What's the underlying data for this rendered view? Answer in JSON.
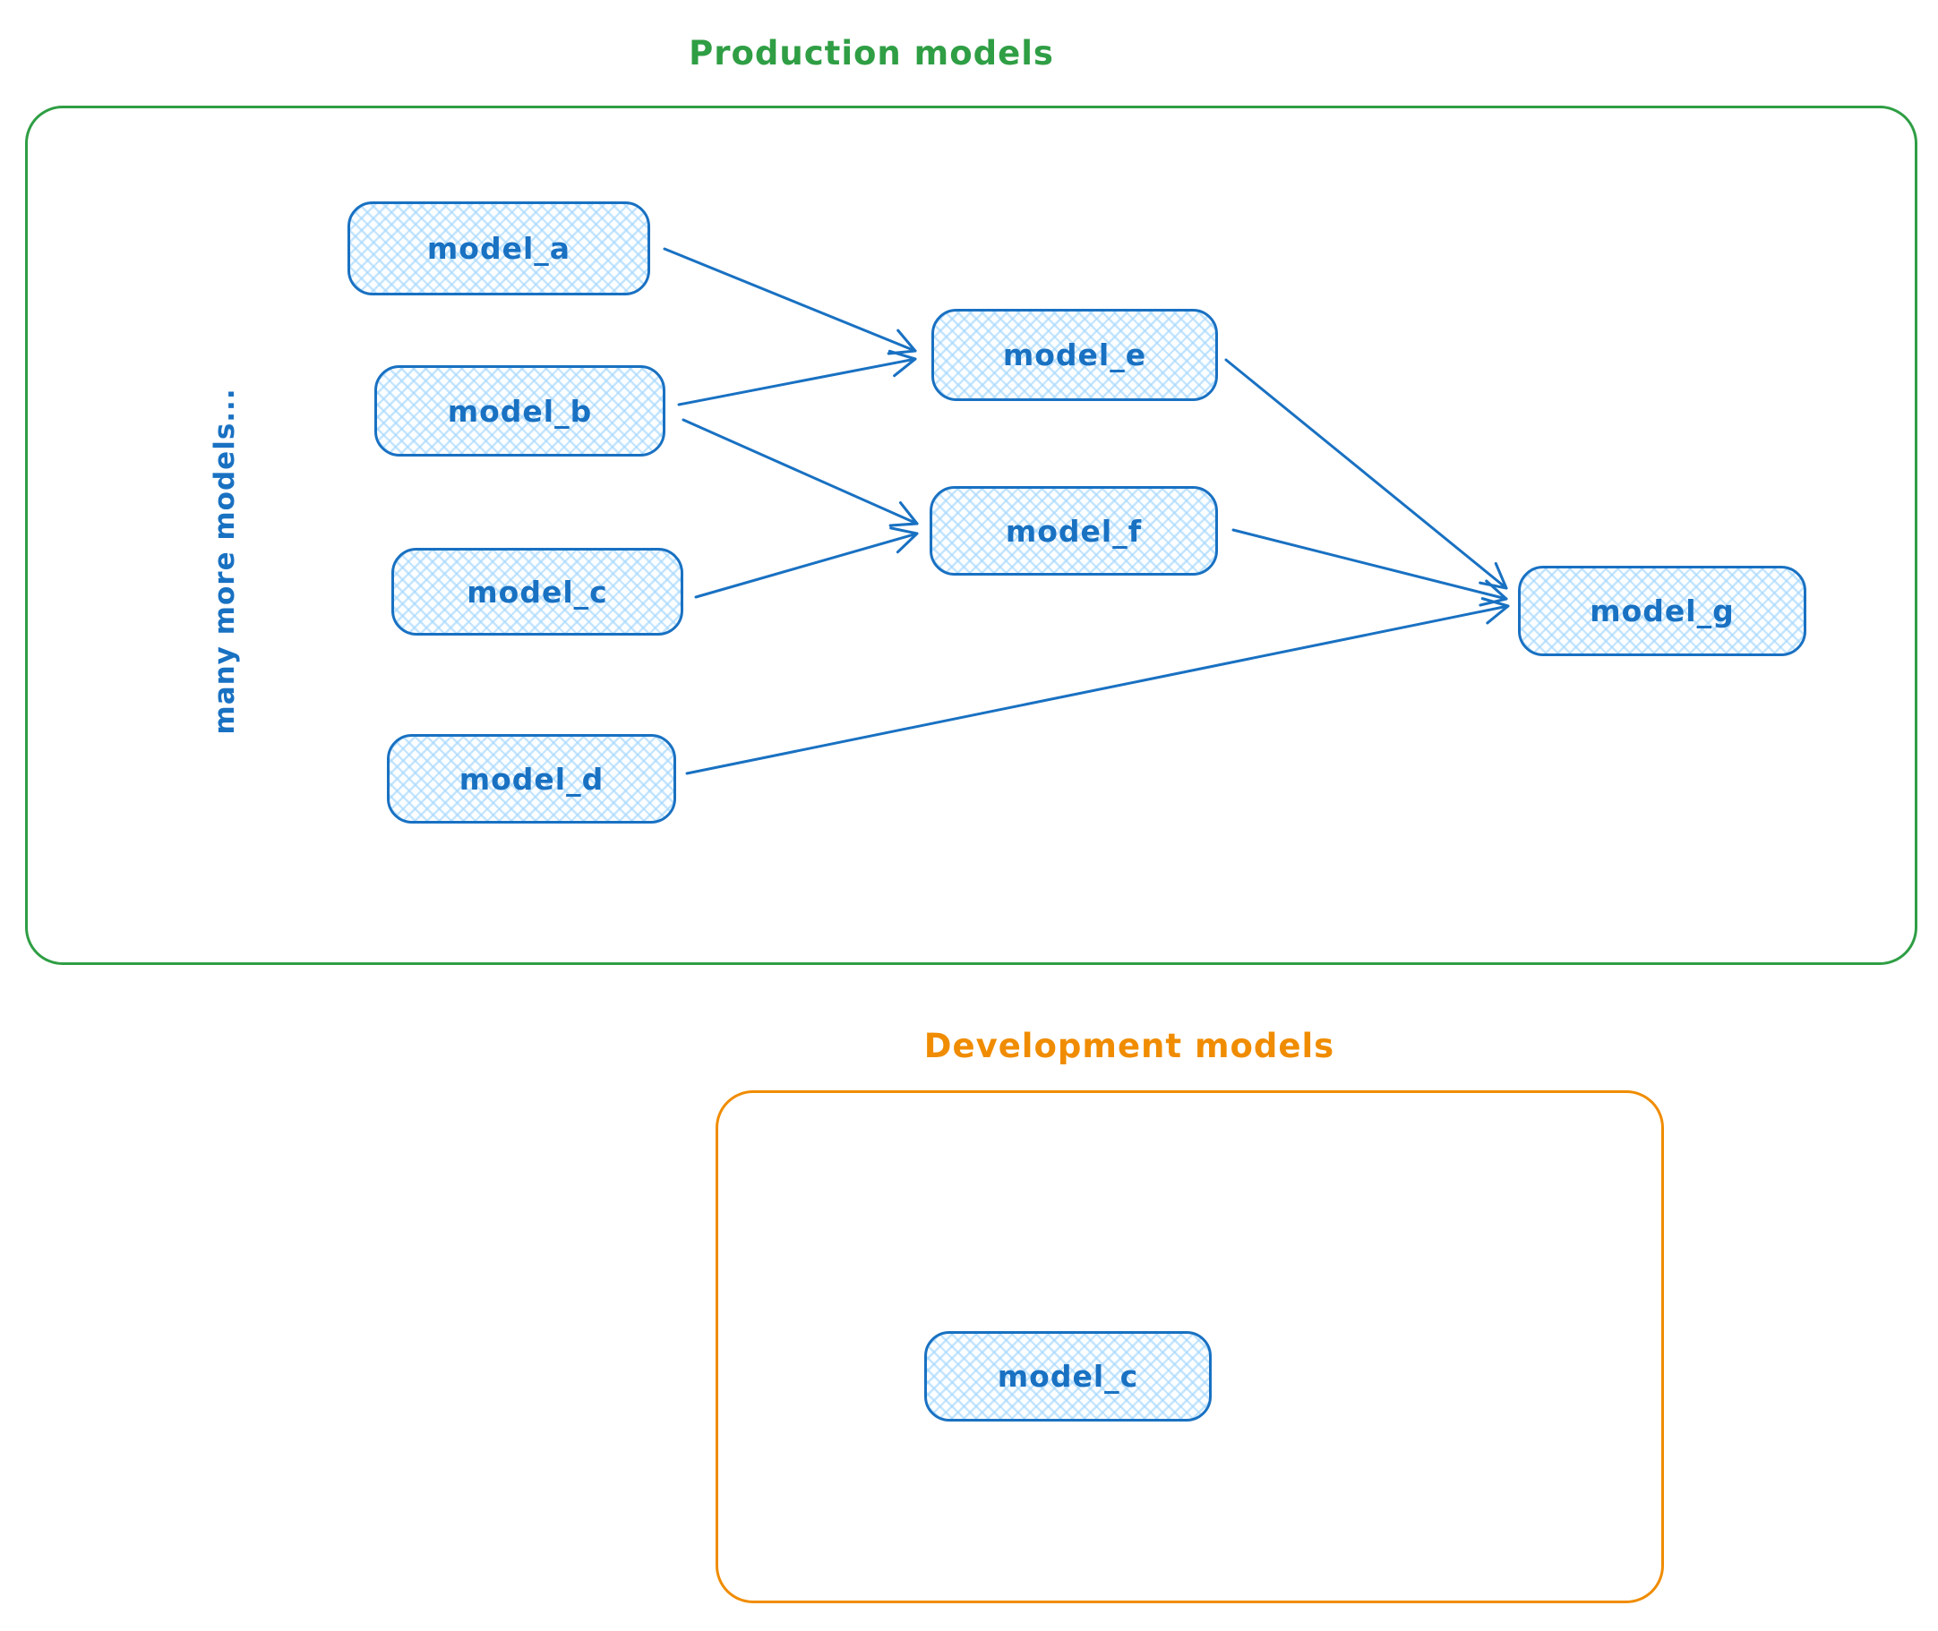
{
  "production": {
    "title": "Production models",
    "accent_color": "#2f9e44",
    "side_label": "many more models...",
    "nodes": [
      {
        "id": "model_a",
        "label": "model_a"
      },
      {
        "id": "model_b",
        "label": "model_b"
      },
      {
        "id": "model_c",
        "label": "model_c"
      },
      {
        "id": "model_d",
        "label": "model_d"
      },
      {
        "id": "model_e",
        "label": "model_e"
      },
      {
        "id": "model_f",
        "label": "model_f"
      },
      {
        "id": "model_g",
        "label": "model_g"
      }
    ]
  },
  "development": {
    "title": "Development models",
    "accent_color": "#f08c00",
    "nodes": [
      {
        "id": "model_c_dev",
        "label": "model_c"
      }
    ]
  },
  "edges": [
    {
      "from": "model_a",
      "to": "model_e"
    },
    {
      "from": "model_b",
      "to": "model_e"
    },
    {
      "from": "model_b",
      "to": "model_f"
    },
    {
      "from": "model_c",
      "to": "model_f"
    },
    {
      "from": "model_e",
      "to": "model_g"
    },
    {
      "from": "model_f",
      "to": "model_g"
    },
    {
      "from": "model_d",
      "to": "model_g"
    }
  ],
  "colors": {
    "node_stroke": "#1971c2",
    "node_fill_hatch": "#a5d8ff",
    "production_accent": "#2f9e44",
    "development_accent": "#f08c00"
  }
}
